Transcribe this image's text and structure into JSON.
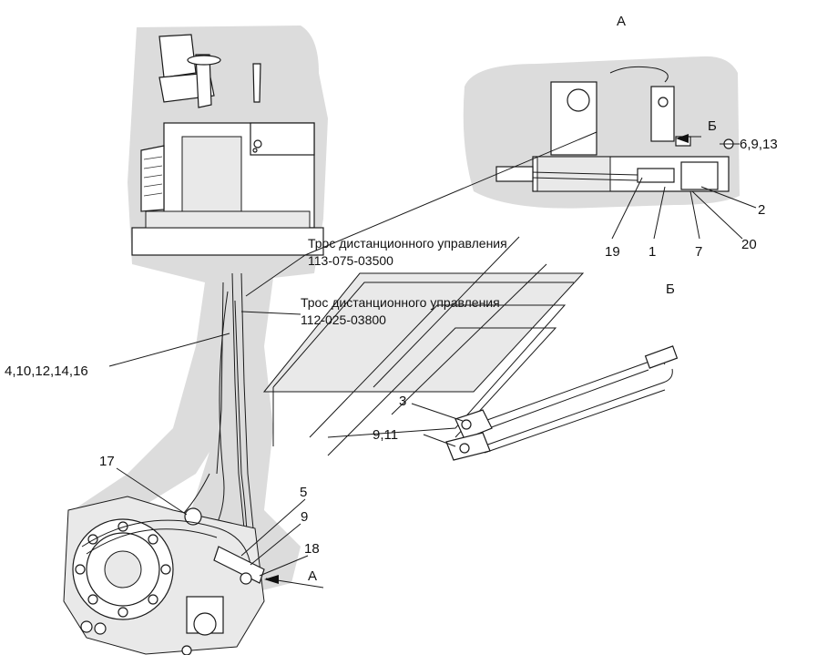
{
  "views": {
    "view_a": "А",
    "view_b": "Б",
    "arrow_a": "А",
    "arrow_b": "Б"
  },
  "cables": {
    "cable_1_name": "Трос дистанционного управления",
    "cable_1_code": "113-075-03500",
    "cable_2_name": "Трос дистанционного управления",
    "cable_2_code": "112-025-03800"
  },
  "callouts": {
    "c_6_9_13": "6,9,13",
    "c_2": "2",
    "c_19": "19",
    "c_1": "1",
    "c_7": "7",
    "c_20": "20",
    "c_4_10_12_14_16": "4,10,12,14,16",
    "c_3": "3",
    "c_9_11": "9,11",
    "c_17": "17",
    "c_5": "5",
    "c_9": "9",
    "c_18": "18"
  }
}
